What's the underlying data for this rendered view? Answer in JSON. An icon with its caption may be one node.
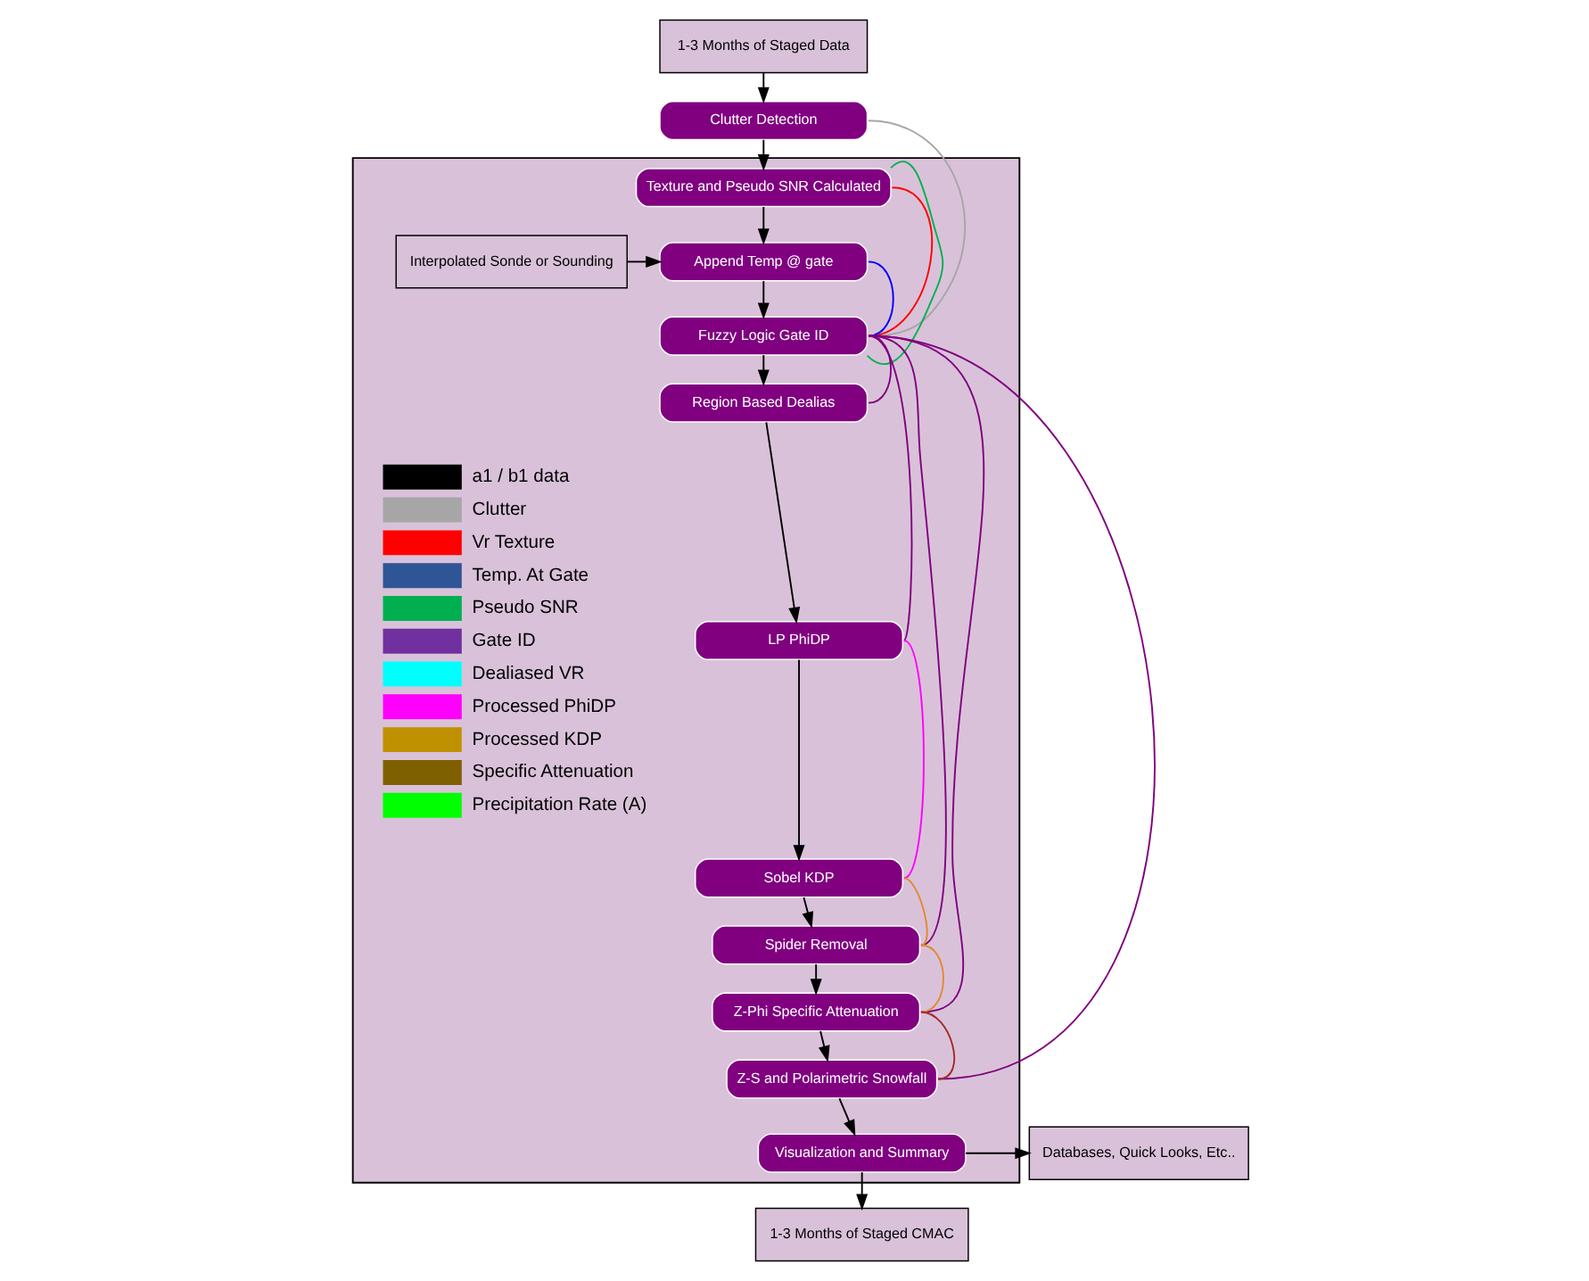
{
  "diagram": {
    "nodes": [
      {
        "text": [
          "1-3 Months of Staged Data"
        ]
      },
      {
        "text": [
          "Clutter Detection"
        ]
      },
      {
        "text": [],
        "shape": "box"
      },
      {
        "text": [
          "Texture and Pseudo SNR Calculated"
        ],
        "in": 2
      },
      {
        "text": [
          "Interpolated Sonde or Sounding"
        ],
        "in": 2
      },
      {
        "text": [
          "Append Temp @ gate"
        ],
        "in": 2
      },
      {
        "text": [
          "Fuzzy Logic Gate ID"
        ],
        "in": 2
      },
      {
        "text": [
          "Region Based Dealias"
        ],
        "in": 2
      },
      {
        "text": [
          "LP PhiDP"
        ],
        "in": 2
      },
      {
        "text": [
          "Sobel KDP"
        ],
        "in": 2
      },
      {
        "text": [
          "Spider Removal"
        ],
        "in": 2
      },
      {
        "text": [
          "Z-Phi Specific Attenuation"
        ],
        "in": 2
      },
      {
        "text": [
          "Z-S and Polarimetric Snowfall"
        ],
        "in": 2
      },
      {
        "text": [
          "Visualization and Summary"
        ],
        "in": 2
      },
      {
        "text": [
          "Databases, Quick Looks, Etc.."
        ]
      },
      {
        "text": [
          "1-3 Months of Staged CMAC"
        ]
      }
    ],
    "edges": [
      {
        "from": 0,
        "to": 1,
        "arrow": "to"
      },
      {
        "from": 1,
        "to": 3,
        "arrow": "to"
      },
      {
        "from": 3,
        "to": 5,
        "arrow": "to"
      },
      {
        "from": 4,
        "to": 5,
        "arrow": "to"
      },
      {
        "from": 5,
        "to": 6,
        "arrow": "to"
      },
      {
        "from": 6,
        "to": 7,
        "arrow": "to"
      },
      {
        "from": 7,
        "to": 8,
        "arrow": "to"
      },
      {
        "from": 8,
        "to": 9,
        "arrow": "to"
      },
      {
        "from": 9,
        "to": 10,
        "arrow": "to"
      },
      {
        "from": 10,
        "to": 11,
        "arrow": "to"
      },
      {
        "from": 11,
        "to": 12,
        "arrow": "to"
      },
      {
        "from": 12,
        "to": 13,
        "arrow": "to"
      },
      {
        "from": 13,
        "to": 15,
        "arrow": "to"
      },
      {
        "from": 13,
        "to": 14,
        "arrow": "to"
      },
      {
        "from": 1,
        "to": 6,
        "arrow": "none",
        "color": "#a6a6a6"
      },
      {
        "from": 3,
        "to": 6,
        "arrow": "none",
        "color": "#ff0000"
      },
      {
        "from": 3,
        "to": 6,
        "arrow": "none",
        "color": "#00b050"
      },
      {
        "from": 5,
        "to": 6,
        "arrow": "none",
        "color": "#0000ff"
      },
      {
        "from": 6,
        "to": 7,
        "arrow": "none",
        "color": "#800080"
      },
      {
        "from": 6,
        "to": 8,
        "arrow": "none",
        "color": "#800080"
      },
      {
        "from": 6,
        "to": 10,
        "arrow": "none",
        "color": "#800080"
      },
      {
        "from": 6,
        "to": 11,
        "arrow": "none",
        "color": "#800080"
      },
      {
        "from": 6,
        "to": 12,
        "arrow": "none",
        "color": "#800080"
      },
      {
        "from": 8,
        "to": 9,
        "arrow": "none",
        "color": "#ff00ff"
      },
      {
        "from": 9,
        "to": 10,
        "arrow": "none",
        "color": "#e08a30"
      },
      {
        "from": 10,
        "to": 11,
        "arrow": "none",
        "color": "#e08a30"
      },
      {
        "from": 11,
        "to": 12,
        "arrow": "none",
        "color": "#a52a2a"
      }
    ],
    "legend": [
      {
        "text": "a1 / b1 data",
        "color": "#000000"
      },
      {
        "text": "Clutter",
        "color": "#a6a6a6"
      },
      {
        "text": "Vr Texture",
        "color": "#ff0000"
      },
      {
        "text": "Temp. At Gate",
        "color": "#2f5597"
      },
      {
        "text": "Pseudo SNR",
        "color": "#00b050"
      },
      {
        "text": "Gate ID",
        "color": "#7030a0"
      },
      {
        "text": "Dealiased VR",
        "color": "#00ffff"
      },
      {
        "text": "Processed PhiDP",
        "color": "#ff00ff"
      },
      {
        "text": "Processed KDP",
        "color": "#bf9000"
      },
      {
        "text": "Specific Attenuation",
        "color": "#7f6000"
      },
      {
        "text": "Precipitation Rate (A)",
        "color": "#00ff00"
      }
    ]
  }
}
